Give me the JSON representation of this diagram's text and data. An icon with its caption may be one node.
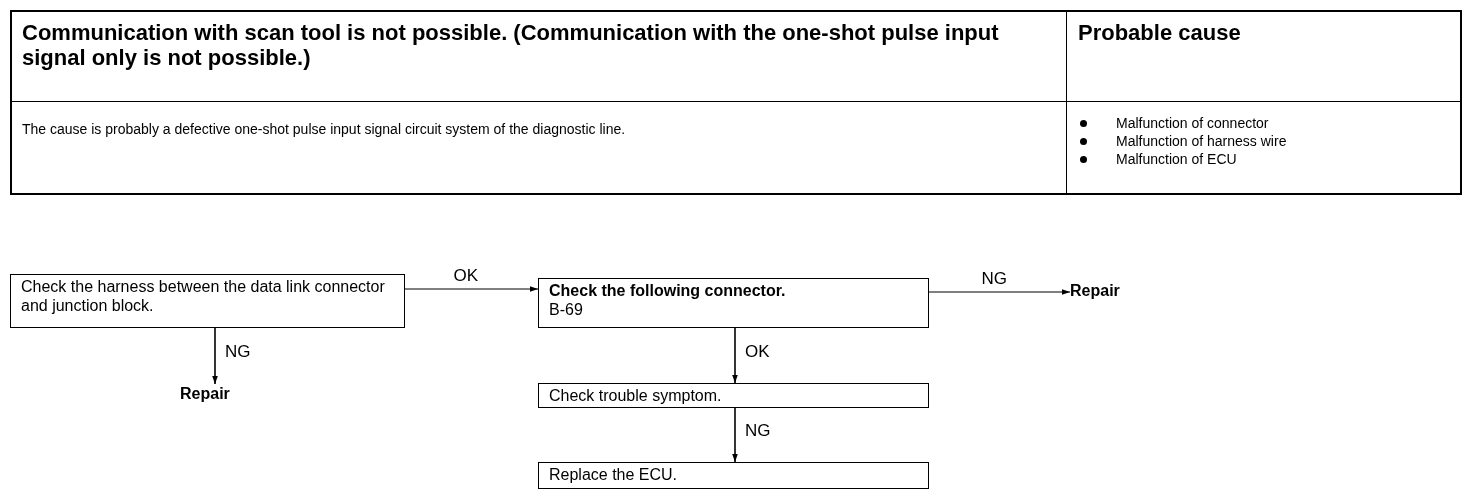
{
  "diagram": {
    "nodes": [
      {
        "text": [
          "Check the harness between the data link connector and junction block."
        ]
      },
      {
        "text": [
          "Repair"
        ]
      },
      {
        "text": [
          "Check the following connector.",
          "B-69"
        ]
      },
      {
        "text": [
          "Repair"
        ]
      },
      {
        "text": [
          "Check trouble symptom."
        ]
      },
      {
        "text": [
          "Replace the ECU."
        ]
      }
    ],
    "edges": [
      {
        "from": 0,
        "to": 2,
        "arrow": "to",
        "label": "OK"
      },
      {
        "from": 0,
        "to": 1,
        "arrow": "to",
        "label": "NG"
      },
      {
        "from": 2,
        "to": 3,
        "arrow": "to",
        "label": "NG"
      },
      {
        "from": 2,
        "to": 4,
        "arrow": "to",
        "label": "OK"
      },
      {
        "from": 4,
        "to": 5,
        "arrow": "to",
        "label": "NG"
      }
    ],
    "labels": [
      "Communication with scan tool is not possible. (Communication with the one-shot pulse input signal only is not possible.)",
      "Probable cause",
      "The cause is probably a defective one-shot pulse input signal circuit system of the diagnostic line.",
      "Malfunction of connector",
      "Malfunction of harness wire",
      "Malfunction of ECU"
    ]
  }
}
